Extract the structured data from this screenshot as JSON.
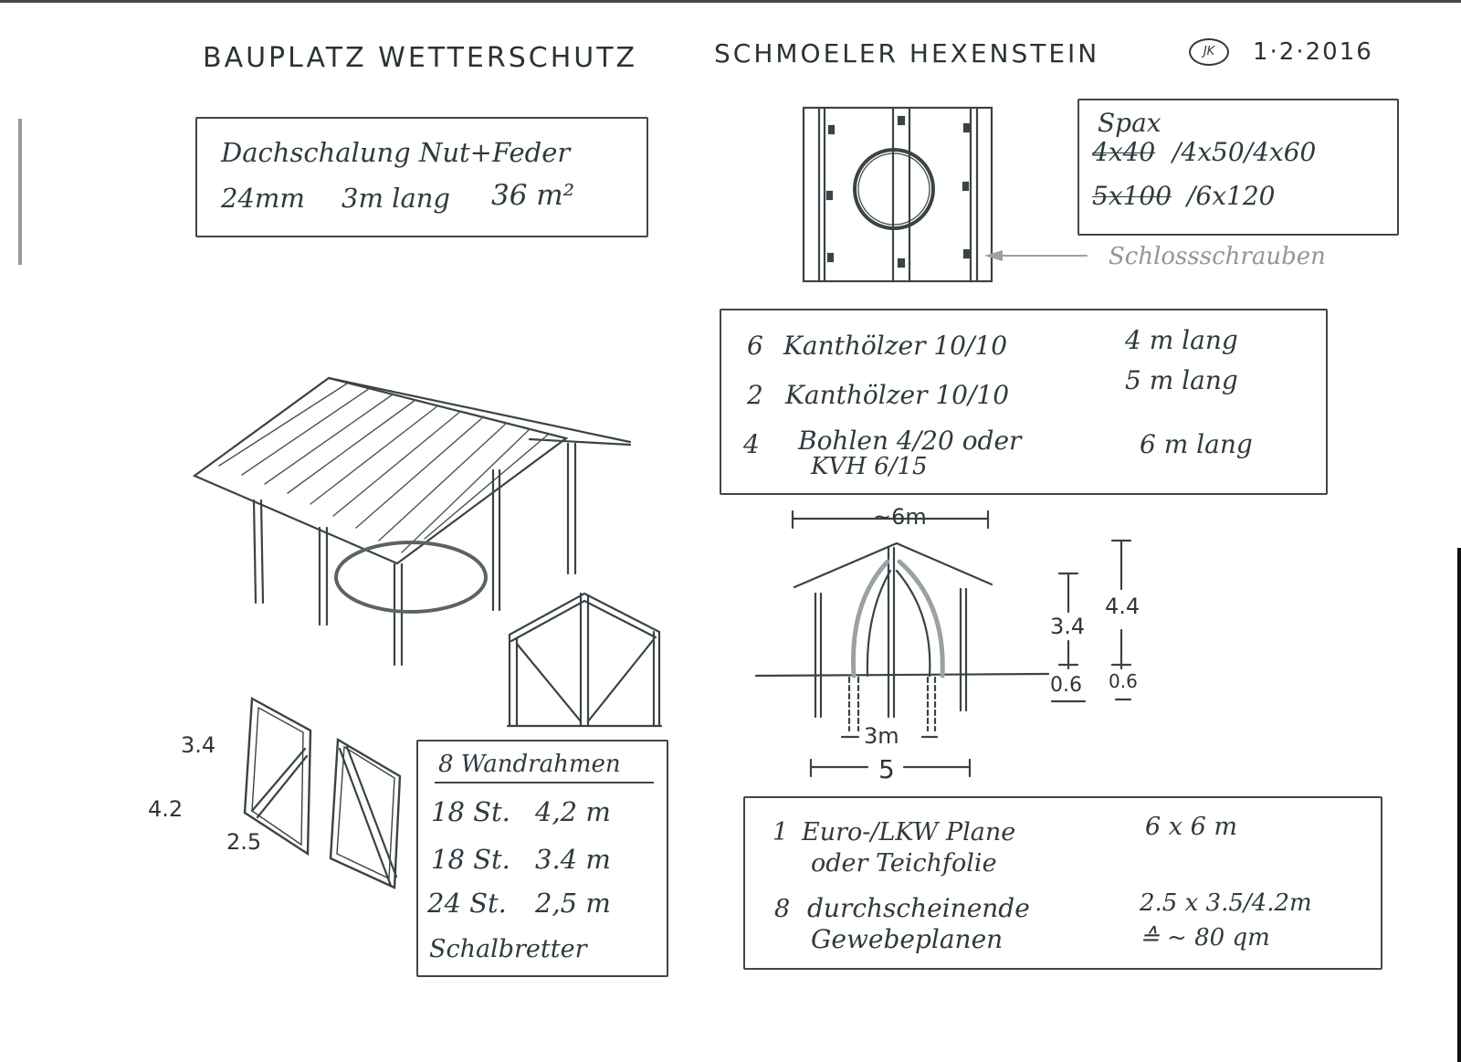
{
  "header": {
    "title_part1": "BAUPLATZ WETTERSCHUTZ",
    "title_part2": "SCHMOELER HEXENSTEIN",
    "signature_mark": "JK",
    "date": "1·2·2016"
  },
  "roof_boarding": {
    "line1": "Dachschalung Nut+Feder",
    "line2_thickness": "24mm",
    "line2_length": "3m lang",
    "line2_area": "36 m²"
  },
  "screws": {
    "title": "Spax",
    "row1_struck": "4x40",
    "row1_rest": "/4x50/4x60",
    "row2_struck": "5x100",
    "row2_rest": "/6x120",
    "callout_label": "Schlossschrauben"
  },
  "timber_list": {
    "rows": [
      {
        "qty": "6",
        "item": "Kanthölzer 10/10",
        "length": "4 m lang"
      },
      {
        "qty": "2",
        "item": "Kanthölzer 10/10",
        "length": "5 m lang"
      },
      {
        "qty": "4",
        "item": "Bohlen 4/20 oder",
        "item_line2": "KVH 6/15",
        "length": "6 m lang"
      }
    ]
  },
  "section_dimensions": {
    "roof_width": "~6m",
    "inner_width": "3m",
    "base_width": "5",
    "post_height_short": "3.4",
    "post_height_tall": "4.4",
    "embed_depth_left": "0.6",
    "embed_depth_right": "0.6"
  },
  "wall_frame_dims": {
    "height_short": "3.4",
    "height_tall": "4.2",
    "width": "2.5"
  },
  "wall_frames": {
    "title": "8 Wandrahmen",
    "rows": [
      {
        "qty": "18 St.",
        "length": "4,2 m"
      },
      {
        "qty": "18 St.",
        "length": "3.4 m"
      },
      {
        "qty": "24 St.",
        "length": "2,5 m"
      }
    ],
    "footer": "Schalbretter"
  },
  "tarps": {
    "rows": [
      {
        "qty": "1",
        "item": "Euro-/LKW Plane",
        "item_line2": "oder Teichfolie",
        "size": "6 x 6 m"
      },
      {
        "qty": "8",
        "item": "durchscheinende",
        "item_line2": "Gewebeplanen",
        "size": "2.5 x 3.5/4.2m",
        "size_line2": "≙ ~ 80 qm"
      }
    ]
  },
  "colors": {
    "ink": "#2f3a3e",
    "paper": "#ffffff",
    "pencil_faint": "#8f979a"
  }
}
